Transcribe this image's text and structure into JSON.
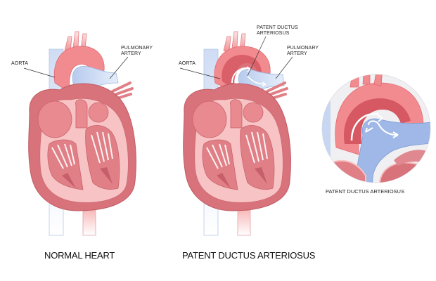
{
  "figure": {
    "panels": [
      {
        "id": "normal",
        "caption": "NORMAL HEART",
        "labels": {
          "aorta": "AORTA",
          "pulmonary_artery_line1": "PULMONARY",
          "pulmonary_artery_line2": "ARTERY"
        }
      },
      {
        "id": "pda",
        "caption": "PATENT DUCTUS ARTERIOSUS",
        "labels": {
          "aorta": "AORTA",
          "pda_line1": "PATENT DUCTUS",
          "pda_line2": "ARTERIOSUS",
          "pulmonary_artery_line1": "PULMONARY",
          "pulmonary_artery_line2": "ARTERY"
        }
      }
    ],
    "inset": {
      "caption": "PATENT DUCTUS ARTERIOSUS"
    },
    "colors": {
      "aorta": "#f28b8f",
      "heart_muscle": "#e07f86",
      "heart_outer": "#d46f78",
      "heart_inner": "#f7c3c4",
      "chamber": "#e88a8f",
      "pulmonary": "#b9cdef",
      "vein": "#dfe8f7",
      "inset_bg": "#f0f0f2"
    }
  }
}
